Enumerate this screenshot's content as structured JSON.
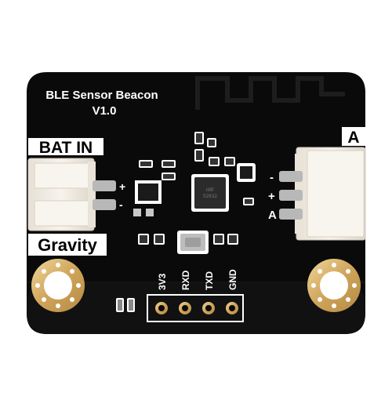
{
  "board": {
    "title": "BLE Sensor Beacon",
    "version": "V1.0",
    "label_bat_in": "BAT IN",
    "label_a": "A",
    "label_gravity": "Gravity",
    "pins": [
      "3V3",
      "RXD",
      "TXD",
      "GND"
    ],
    "pin_marks_left": [
      "+",
      "-"
    ],
    "pin_marks_right": [
      "-",
      "+",
      "A"
    ],
    "colors": {
      "pcb": "#0a0a0a",
      "gold": "#d9b26a",
      "silkscreen": "#ffffff",
      "connector": "#f1ece3",
      "chip": "#2b2b2b"
    },
    "icons": [
      "antenna-trace",
      "mounting-hole",
      "ble-chip",
      "crystal-oscillator"
    ]
  }
}
